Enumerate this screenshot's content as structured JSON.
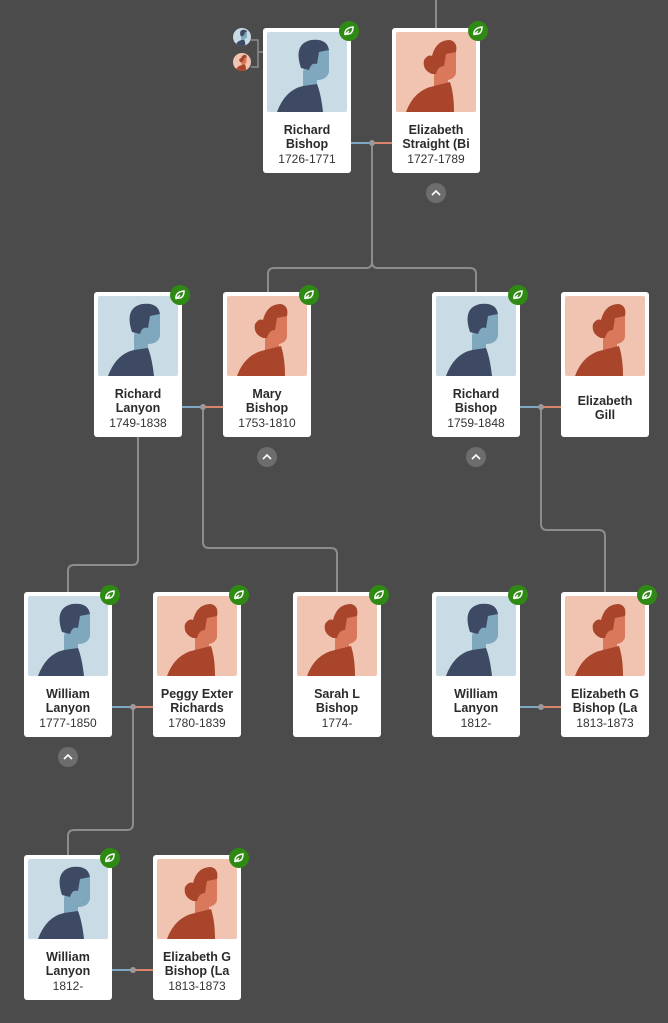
{
  "colors": {
    "background": "#4b4b4b",
    "line": "#8c8c8c",
    "male_line": "#7fa8c2",
    "female_line": "#d9846b",
    "hint_badge": "#2f8a14",
    "male_bg": "#c9dbe4",
    "female_bg": "#f0c4b0"
  },
  "people": [
    {
      "id": "p1",
      "name": [
        "Richard",
        "Bishop"
      ],
      "years": "1726-1771",
      "gender": "male",
      "hint": true
    },
    {
      "id": "p2",
      "name": [
        "Elizabeth",
        "Straight (Bi"
      ],
      "years": "1727-1789",
      "gender": "female",
      "hint": true
    },
    {
      "id": "p3",
      "name": [
        "Richard",
        "Lanyon"
      ],
      "years": "1749-1838",
      "gender": "male",
      "hint": true
    },
    {
      "id": "p4",
      "name": [
        "Mary",
        "Bishop"
      ],
      "years": "1753-1810",
      "gender": "female",
      "hint": true
    },
    {
      "id": "p5",
      "name": [
        "Richard",
        "Bishop"
      ],
      "years": "1759-1848",
      "gender": "male",
      "hint": true
    },
    {
      "id": "p6",
      "name": [
        "Elizabeth",
        "Gill"
      ],
      "years": "",
      "gender": "female",
      "hint": false
    },
    {
      "id": "p7",
      "name": [
        "William",
        "Lanyon"
      ],
      "years": "1777-1850",
      "gender": "male",
      "hint": true
    },
    {
      "id": "p8",
      "name": [
        "Peggy Exter",
        "Richards"
      ],
      "years": "1780-1839",
      "gender": "female",
      "hint": true
    },
    {
      "id": "p9",
      "name": [
        "Sarah L",
        "Bishop"
      ],
      "years": "1774-",
      "gender": "female",
      "hint": true
    },
    {
      "id": "p10",
      "name": [
        "William",
        "Lanyon"
      ],
      "years": "1812-",
      "gender": "male",
      "hint": true
    },
    {
      "id": "p11",
      "name": [
        "Elizabeth G",
        "Bishop (La"
      ],
      "years": "1813-1873",
      "gender": "female",
      "hint": true
    },
    {
      "id": "p12",
      "name": [
        "William",
        "Lanyon"
      ],
      "years": "1812-",
      "gender": "male",
      "hint": true
    },
    {
      "id": "p13",
      "name": [
        "Elizabeth G",
        "Bishop (La"
      ],
      "years": "1813-1873",
      "gender": "female",
      "hint": true
    }
  ]
}
